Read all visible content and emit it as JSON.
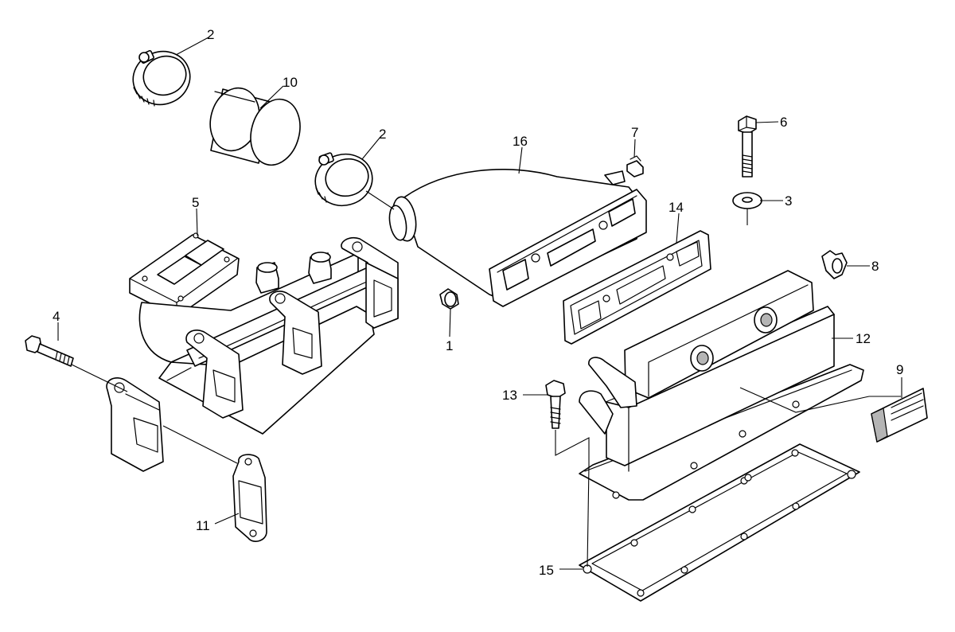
{
  "callouts": [
    {
      "id": "c1",
      "label": "1"
    },
    {
      "id": "c2a",
      "label": "2"
    },
    {
      "id": "c2b",
      "label": "2"
    },
    {
      "id": "c3",
      "label": "3"
    },
    {
      "id": "c4",
      "label": "4"
    },
    {
      "id": "c5",
      "label": "5"
    },
    {
      "id": "c6",
      "label": "6"
    },
    {
      "id": "c7",
      "label": "7"
    },
    {
      "id": "c8",
      "label": "8"
    },
    {
      "id": "c9",
      "label": "9"
    },
    {
      "id": "c10",
      "label": "10"
    },
    {
      "id": "c11",
      "label": "11"
    },
    {
      "id": "c12",
      "label": "12"
    },
    {
      "id": "c13",
      "label": "13"
    },
    {
      "id": "c14",
      "label": "14"
    },
    {
      "id": "c15",
      "label": "15"
    },
    {
      "id": "c16",
      "label": "16"
    }
  ],
  "colors": {
    "line": "#000000",
    "background": "#ffffff",
    "shade": "#b5b5b5"
  }
}
